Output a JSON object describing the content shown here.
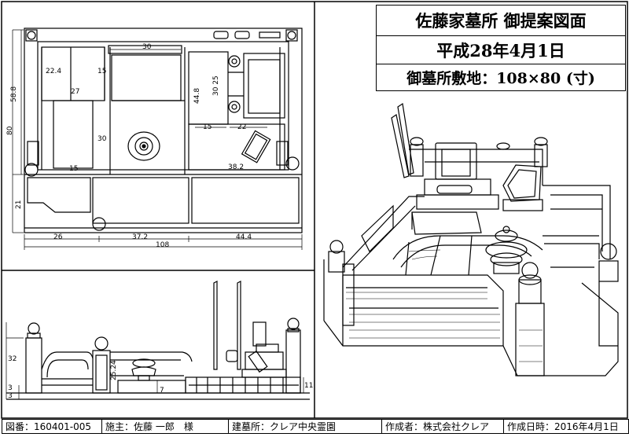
{
  "title": {
    "heading": "佐藤家墓所 御提案図面",
    "date": "平成28年4月1日",
    "site": "御墓所敷地：108×80 (寸)"
  },
  "plan_dims": {
    "top_30": "30",
    "d_22_4": "22.4",
    "d_27": "27",
    "d_15a": "15",
    "d_30_side": "30",
    "d_15b": "15",
    "d_58_8": "58.8",
    "d_80": "80",
    "d_21": "21",
    "d_44_8": "44.8",
    "d_30_25": "30 25",
    "d_15c": "15",
    "d_22": "22",
    "d_38_2": "38.2",
    "b_26": "26",
    "b_37_2": "37.2",
    "b_44_4": "44.4",
    "b_108": "108"
  },
  "elev_dims": {
    "d_32": "32",
    "d_25_24": "25.24",
    "d_7": "7",
    "d_3a": "3",
    "d_3b": "3",
    "d_11": "11"
  },
  "footer": {
    "drawing_no": "図番：160401-005",
    "client": "施主：佐藤 一郎　様",
    "location": "建墓所：クレア中央霊園",
    "author": "作成者：株式会社クレア",
    "created": "作成日時：2016年4月1日"
  }
}
